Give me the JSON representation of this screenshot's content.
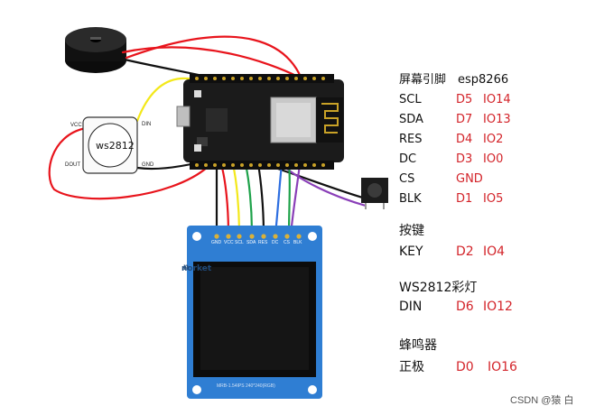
{
  "components": {
    "ws2812_module": {
      "name": "ws2812",
      "pin_vcc": "VCC",
      "pin_dout": "DOUT",
      "pin_din": "DIN",
      "pin_gnd": "GND"
    },
    "lcd_module": {
      "pins": [
        "GND",
        "VCC",
        "SCL",
        "SDA",
        "RES",
        "DC",
        "CS",
        "BLK"
      ],
      "brand": "norket",
      "model": "MRB-1.54IPS 240*240(RGB)"
    }
  },
  "legend": {
    "screen_header": {
      "label": "屏幕引脚",
      "value": "esp8266"
    },
    "screen_rows": [
      {
        "pin": "SCL",
        "dpin": "D5",
        "io": "IO14"
      },
      {
        "pin": "SDA",
        "dpin": "D7",
        "io": "IO13"
      },
      {
        "pin": "RES",
        "dpin": "D4",
        "io": "IO2"
      },
      {
        "pin": "DC",
        "dpin": "D3",
        "io": "IO0"
      },
      {
        "pin": "CS",
        "dpin": "GND",
        "io": ""
      },
      {
        "pin": "BLK",
        "dpin": "D1",
        "io": "IO5"
      }
    ],
    "key_section": {
      "title": "按键",
      "pin": "KEY",
      "dpin": "D2",
      "io": "IO4"
    },
    "ws_section": {
      "title": "WS2812彩灯",
      "pin": "DIN",
      "dpin": "D6",
      "io": "IO12"
    },
    "buzzer_section": {
      "title": "蜂鸣器",
      "pin": "正极",
      "dpin": "D0",
      "io": "IO16"
    }
  },
  "watermark": "CSDN @猿 白",
  "colors": {
    "wire_red": "#e8141c",
    "wire_black": "#111111",
    "wire_yellow": "#f3e81a",
    "wire_green": "#1ea24a",
    "wire_blue": "#2d6ee0",
    "wire_purple": "#8a3fb8",
    "lcd_blue": "#2f7ed3",
    "board_black": "#1b1b1b",
    "legend_red": "#d3242a"
  }
}
